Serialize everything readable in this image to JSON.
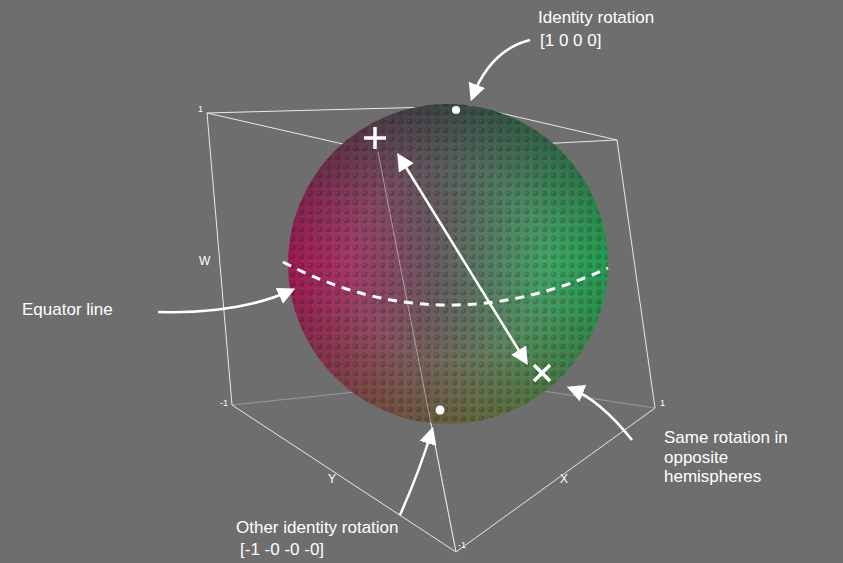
{
  "diagram": {
    "labels": [
      "Identity rotation",
      "[1 0 0 0]",
      "Equator line",
      "Same rotation in opposite hemispheres",
      "Other identity rotation",
      "[-1 -0 -0 -0]",
      "W",
      "Y",
      "X",
      "1",
      "-1",
      "-1",
      "1"
    ]
  }
}
